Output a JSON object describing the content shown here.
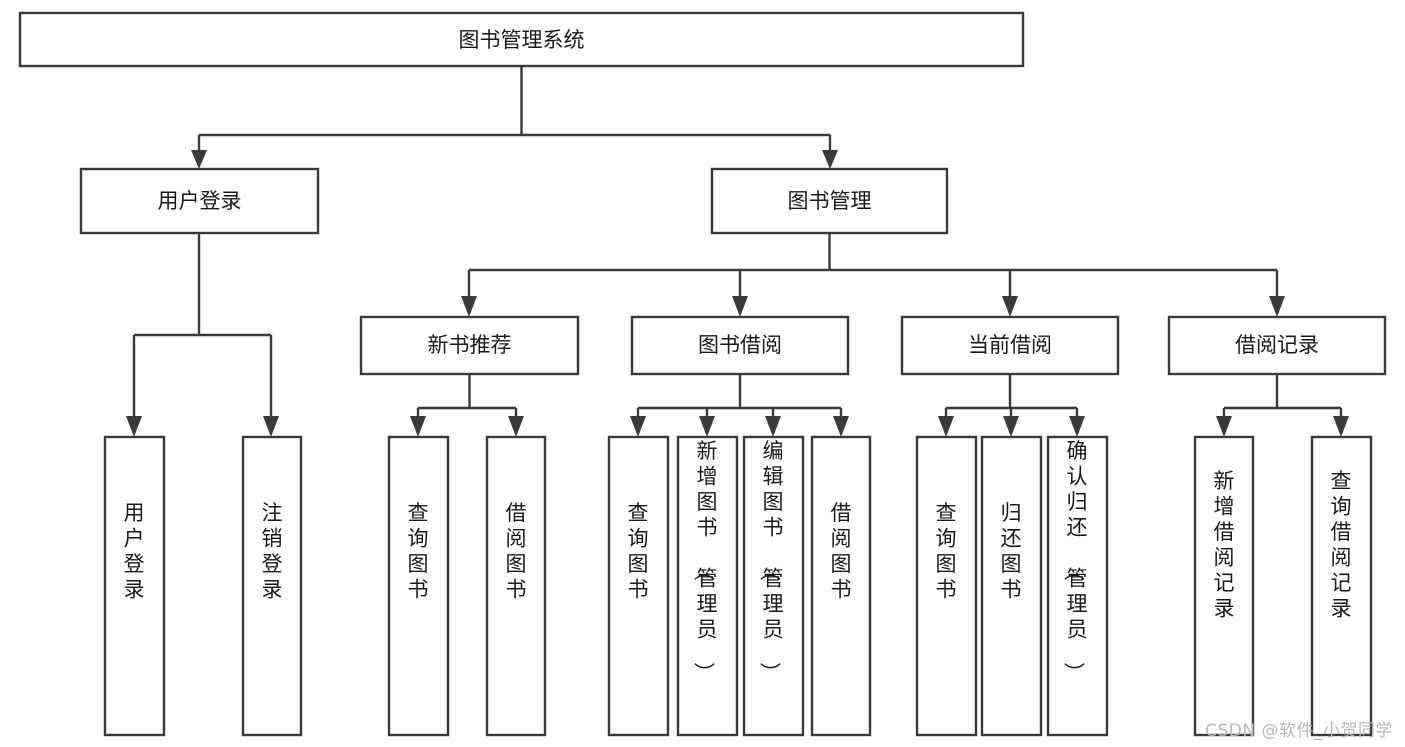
{
  "diagram": {
    "title": "图书管理系统",
    "type": "hierarchy-tree",
    "root": {
      "id": "root",
      "label": "图书管理系统"
    },
    "level1": [
      {
        "id": "user-login",
        "label": "用户登录"
      },
      {
        "id": "book-manage",
        "label": "图书管理"
      }
    ],
    "level2": [
      {
        "id": "new-book-recommend",
        "label": "新书推荐",
        "parent": "book-manage"
      },
      {
        "id": "book-borrow",
        "label": "图书借阅",
        "parent": "book-manage"
      },
      {
        "id": "current-borrow",
        "label": "当前借阅",
        "parent": "book-manage"
      },
      {
        "id": "borrow-record",
        "label": "借阅记录",
        "parent": "book-manage"
      }
    ],
    "leaves": [
      {
        "id": "leaf-user-login",
        "label": "用户登录",
        "parent": "user-login"
      },
      {
        "id": "leaf-logout",
        "label": "注销登录",
        "parent": "user-login"
      },
      {
        "id": "leaf-query-book-1",
        "label": "查询图书",
        "parent": "new-book-recommend"
      },
      {
        "id": "leaf-borrow-book-1",
        "label": "借阅图书",
        "parent": "new-book-recommend"
      },
      {
        "id": "leaf-query-book-2",
        "label": "查询图书",
        "parent": "book-borrow"
      },
      {
        "id": "leaf-add-book",
        "label": "新增图书（管理员）",
        "parent": "book-borrow"
      },
      {
        "id": "leaf-edit-book",
        "label": "编辑图书（管理员）",
        "parent": "book-borrow"
      },
      {
        "id": "leaf-borrow-book-2",
        "label": "借阅图书",
        "parent": "book-borrow"
      },
      {
        "id": "leaf-query-book-3",
        "label": "查询图书",
        "parent": "current-borrow"
      },
      {
        "id": "leaf-return-book",
        "label": "归还图书",
        "parent": "current-borrow"
      },
      {
        "id": "leaf-confirm-return",
        "label": "确认归还（管理员）",
        "parent": "current-borrow"
      },
      {
        "id": "leaf-add-record",
        "label": "新增借阅记录",
        "parent": "borrow-record"
      },
      {
        "id": "leaf-query-record",
        "label": "查询借阅记录",
        "parent": "borrow-record"
      }
    ],
    "colors": {
      "stroke": "#3a3a3a",
      "fill": "#ffffff",
      "text": "#1a1a1a",
      "background": "#ffffff",
      "watermark": "#b9b9b9"
    }
  },
  "watermark": {
    "text": "CSDN @软件_小贺同学"
  }
}
